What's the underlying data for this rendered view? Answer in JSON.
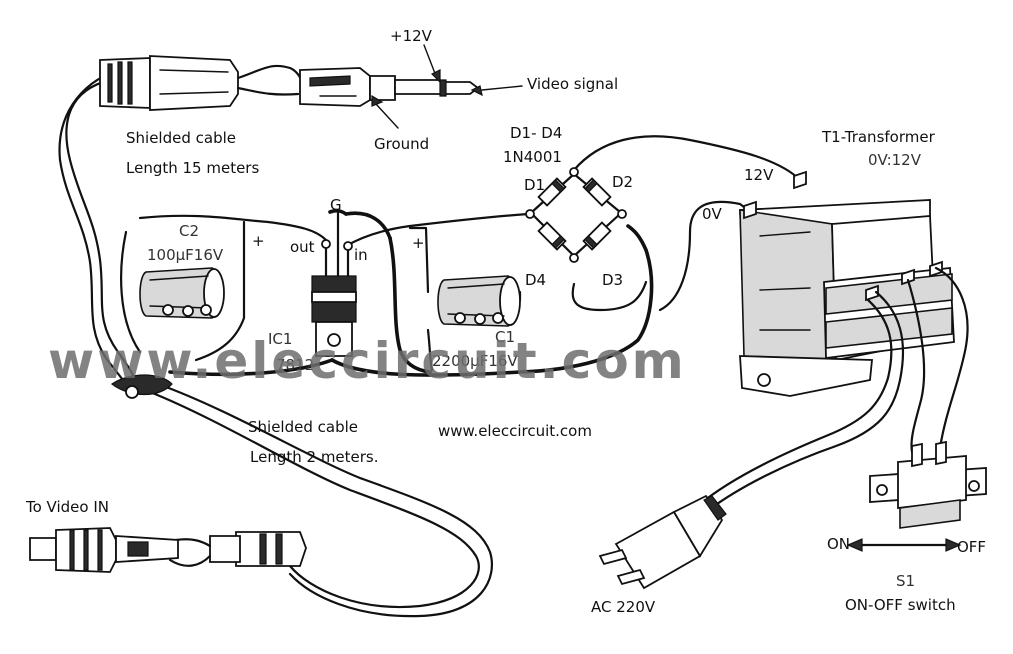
{
  "labels": {
    "plus12v": "+12V",
    "video_signal": "Video signal",
    "ground": "Ground",
    "shielded_cable_top": "Shielded cable",
    "length_top": "Length 15 meters",
    "diodes": "D1- D4",
    "diode_part": "1N4001",
    "d1": "D1",
    "d2": "D2",
    "d3": "D3",
    "d4": "D4",
    "transformer": "T1-Transformer",
    "transformer_rating": "0V:12V",
    "tap_12v": "12V",
    "tap_0v": "0V",
    "g": "G",
    "out": "out",
    "in": "in",
    "c2": "C2",
    "c2_value": "100µF16V",
    "plus_c2": "+",
    "plus_c1": "+",
    "ic1": "IC1",
    "ic1_part": "7812",
    "c1": "C1",
    "c1_value": "2200µF16V",
    "watermark": "www.eleccircuit.com",
    "site_url": "www.eleccircuit.com",
    "shielded_cable_bottom": "Shielded cable",
    "length_bottom": "Length 2 meters.",
    "to_video_in": "To Video IN",
    "ac_220v": "AC 220V",
    "on": "ON",
    "off": "OFF",
    "s1": "S1",
    "switch": "ON-OFF switch"
  }
}
